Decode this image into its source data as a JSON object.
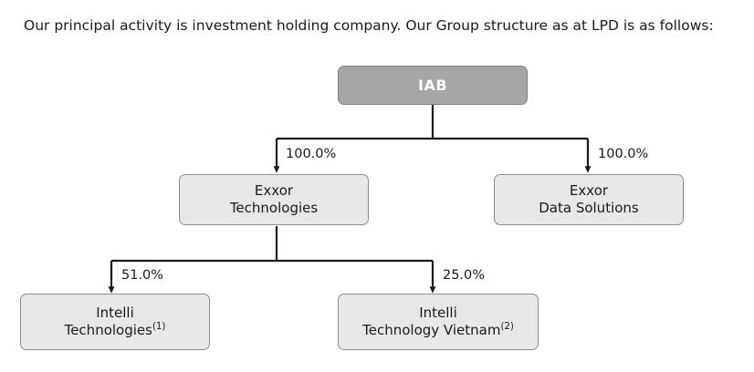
{
  "intro": {
    "text": "Our principal activity is investment holding company. Our Group structure as at LPD is as follows:"
  },
  "diagram": {
    "type": "org-chart",
    "nodes": [
      {
        "id": "iab",
        "label": "IAB",
        "level": 0,
        "fill": "#a6a6a6",
        "text_color": "#ffffff"
      },
      {
        "id": "exxor-technologies",
        "label": "Exxor\nTechnologies",
        "level": 1,
        "fill": "#e8e8e8",
        "text_color": "#1a1a1a"
      },
      {
        "id": "exxor-data-solutions",
        "label": "Exxor\nData Solutions",
        "level": 1,
        "fill": "#e8e8e8",
        "text_color": "#1a1a1a"
      },
      {
        "id": "intelli-technologies",
        "label": "Intelli\nTechnologies",
        "footnote": "(1)",
        "level": 2,
        "fill": "#e8e8e8",
        "text_color": "#1a1a1a"
      },
      {
        "id": "intelli-technology-vietnam",
        "label": "Intelli\nTechnology Vietnam",
        "footnote": "(2)",
        "level": 2,
        "fill": "#e8e8e8",
        "text_color": "#1a1a1a"
      }
    ],
    "edges": [
      {
        "from": "iab",
        "to": "exxor-technologies",
        "label": "100.0%"
      },
      {
        "from": "iab",
        "to": "exxor-data-solutions",
        "label": "100.0%"
      },
      {
        "from": "exxor-technologies",
        "to": "intelli-technologies",
        "label": "51.0%"
      },
      {
        "from": "exxor-technologies",
        "to": "intelli-technology-vietnam",
        "label": "25.0%"
      }
    ],
    "line_color": "#1a1a1a"
  }
}
